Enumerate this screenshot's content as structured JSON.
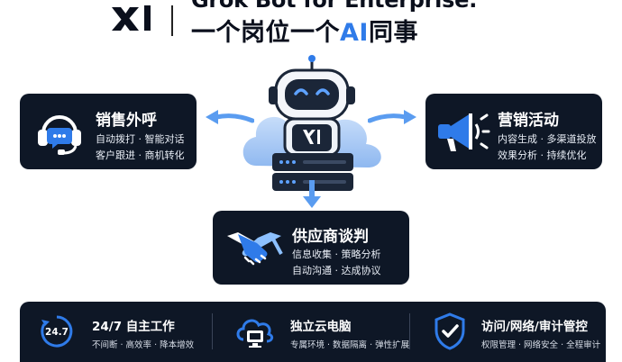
{
  "header": {
    "title_line1": "Grok Bot for Enterprise:",
    "title_line2_pre": "一个岗位一个",
    "title_line2_ai": "AI",
    "title_line2_post": "同事"
  },
  "cards": {
    "sales": {
      "title": "销售外呼",
      "line1": "自动拨打 · 智能对话",
      "line2": "客户跟进 · 商机转化",
      "icon": "headset-icon"
    },
    "marketing": {
      "title": "营销活动",
      "line1": "内容生成 · 多渠道投放",
      "line2": "效果分析 · 持续优化",
      "icon": "megaphone-icon"
    },
    "supplier": {
      "title": "供应商谈判",
      "line1": "信息收集 · 策略分析",
      "line2": "自动沟通 · 达成协议",
      "icon": "handshake-icon"
    }
  },
  "features": [
    {
      "title": "24/7 自主工作",
      "sub": "不间断 · 高效率 · 降本增效",
      "icon": "clock-24-7-icon",
      "badge": "24.7"
    },
    {
      "title": "独立云电脑",
      "sub": "专属环境 · 数据隔离 · 弹性扩展",
      "icon": "cloud-computer-icon"
    },
    {
      "title": "访问/网络/审计管控",
      "sub": "权限管理 · 网络安全 · 全程审计",
      "icon": "shield-check-icon"
    }
  ],
  "colors": {
    "accent": "#2f7be9",
    "card_bg": "#0e1726",
    "text_dark": "#0a0f1c"
  }
}
